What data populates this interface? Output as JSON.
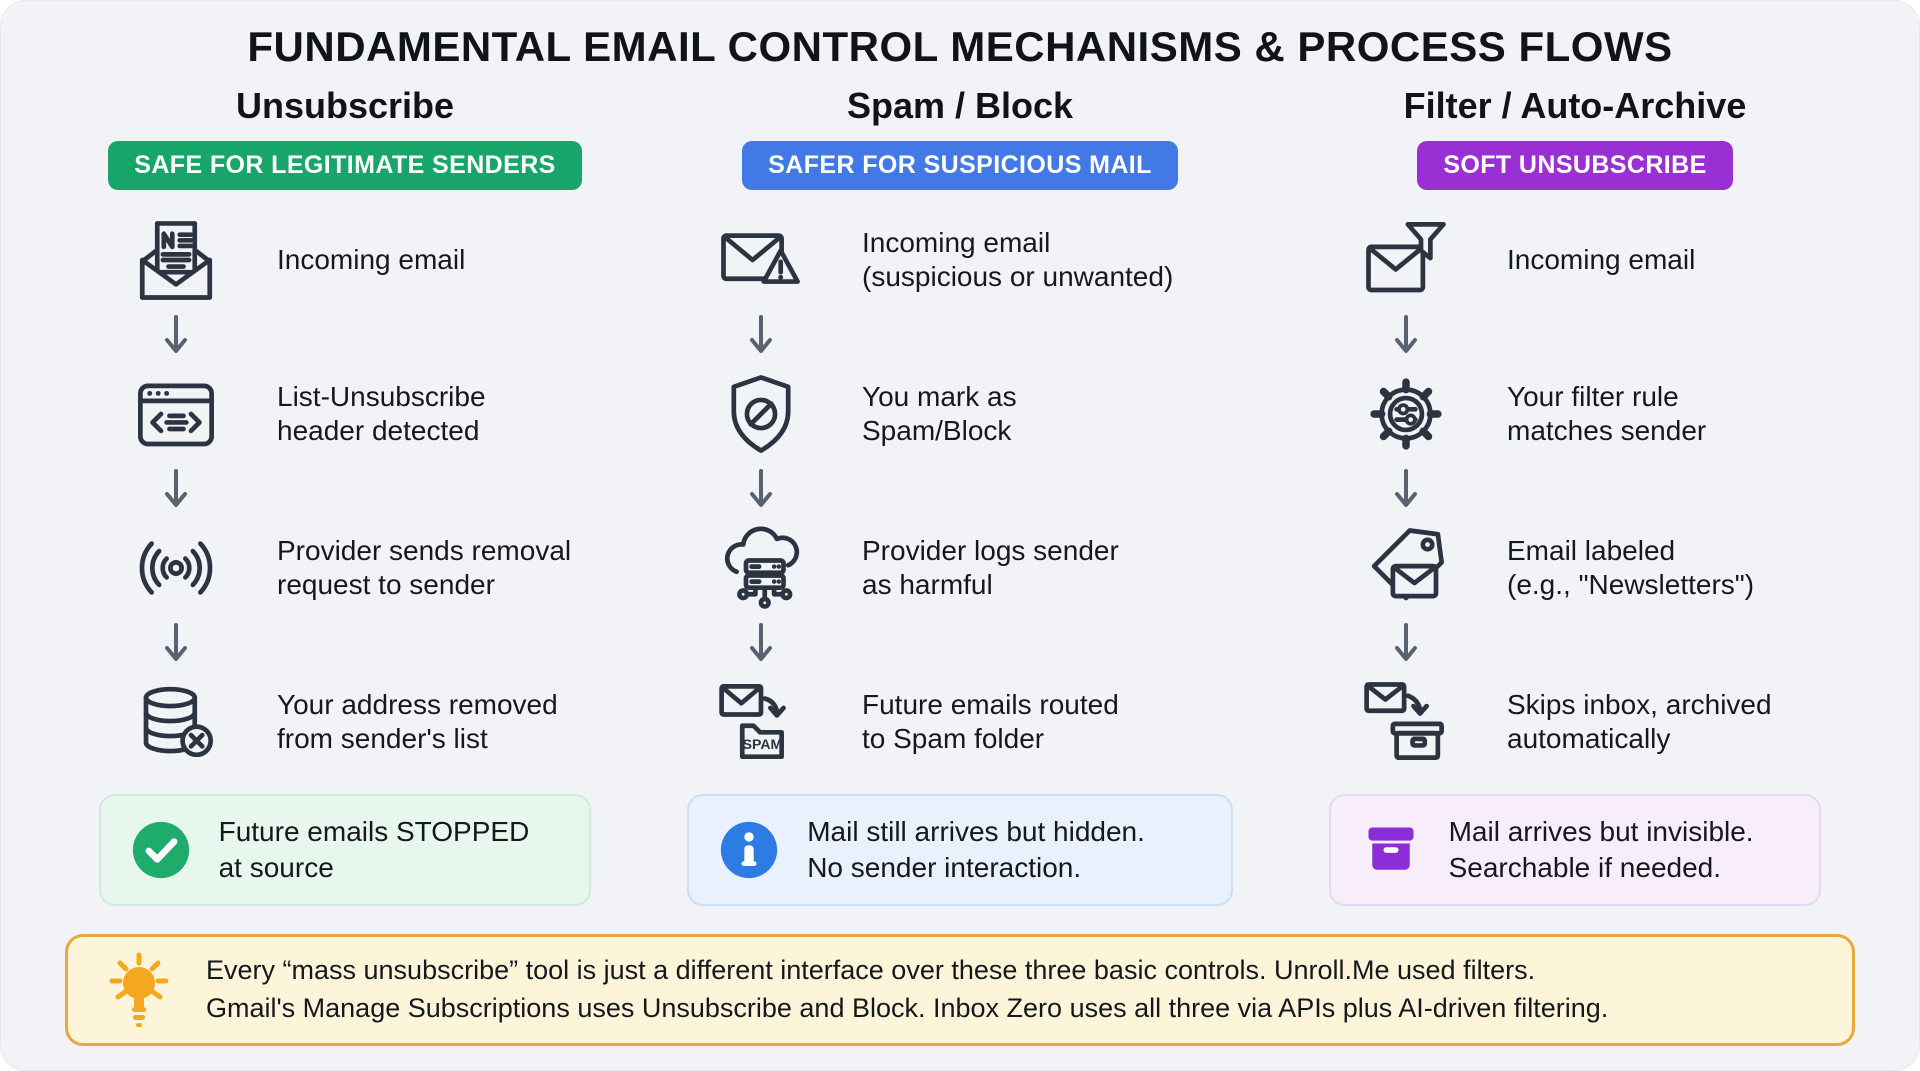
{
  "title": "FUNDAMENTAL EMAIL CONTROL MECHANISMS & PROCESS FLOWS",
  "columns": [
    {
      "header": "Unsubscribe",
      "badge": "SAFE FOR LEGITIMATE SENDERS",
      "badge_color": "#17a569",
      "steps": [
        {
          "icon": "newsletter-email-icon",
          "label": "Incoming email"
        },
        {
          "icon": "code-header-icon",
          "label": "List-Unsubscribe\nheader detected"
        },
        {
          "icon": "broadcast-icon",
          "label": "Provider sends removal\nrequest to sender"
        },
        {
          "icon": "database-removed-icon",
          "label": "Your address removed\nfrom sender's list"
        }
      ],
      "result": {
        "icon": "check-circle-icon",
        "label": "Future emails STOPPED\nat source",
        "bg": "#e7f7ee",
        "accent": "#1fab6b"
      }
    },
    {
      "header": "Spam / Block",
      "badge": "SAFER FOR SUSPICIOUS MAIL",
      "badge_color": "#4379e6",
      "steps": [
        {
          "icon": "suspicious-email-icon",
          "label": "Incoming email\n(suspicious or unwanted)"
        },
        {
          "icon": "shield-block-icon",
          "label": "You mark as\nSpam/Block"
        },
        {
          "icon": "cloud-server-icon",
          "label": "Provider logs sender\nas harmful"
        },
        {
          "icon": "spam-folder-icon",
          "label": "Future emails routed\nto Spam folder"
        }
      ],
      "result": {
        "icon": "info-circle-icon",
        "label": "Mail still arrives but hidden.\nNo sender interaction.",
        "bg": "#e8f1fc",
        "accent": "#2d7ce4"
      }
    },
    {
      "header": "Filter / Auto-Archive",
      "badge": "SOFT UNSUBSCRIBE",
      "badge_color": "#9a2fd4",
      "steps": [
        {
          "icon": "filter-email-icon",
          "label": "Incoming email"
        },
        {
          "icon": "filter-gear-icon",
          "label": "Your filter rule\nmatches sender"
        },
        {
          "icon": "label-email-icon",
          "label": "Email labeled\n(e.g., \"Newsletters\")"
        },
        {
          "icon": "archive-email-icon",
          "label": "Skips inbox, archived\nautomatically"
        }
      ],
      "result": {
        "icon": "archive-box-icon",
        "label": "Mail arrives but invisible.\nSearchable if needed.",
        "bg": "#f8eefb",
        "accent": "#8b2ed8"
      }
    }
  ],
  "note": {
    "icon": "lightbulb-icon",
    "accent": "#f5a71f",
    "border_color": "#e7a93b",
    "bg": "#fdf5d9",
    "text": "Every “mass unsubscribe” tool is just a different interface over these three basic controls. Unroll.Me used filters.\nGmail's Manage Subscriptions uses Unsubscribe and Block. Inbox Zero uses all three via APIs plus AI-driven filtering."
  },
  "spam_folder_text": "SPAM"
}
